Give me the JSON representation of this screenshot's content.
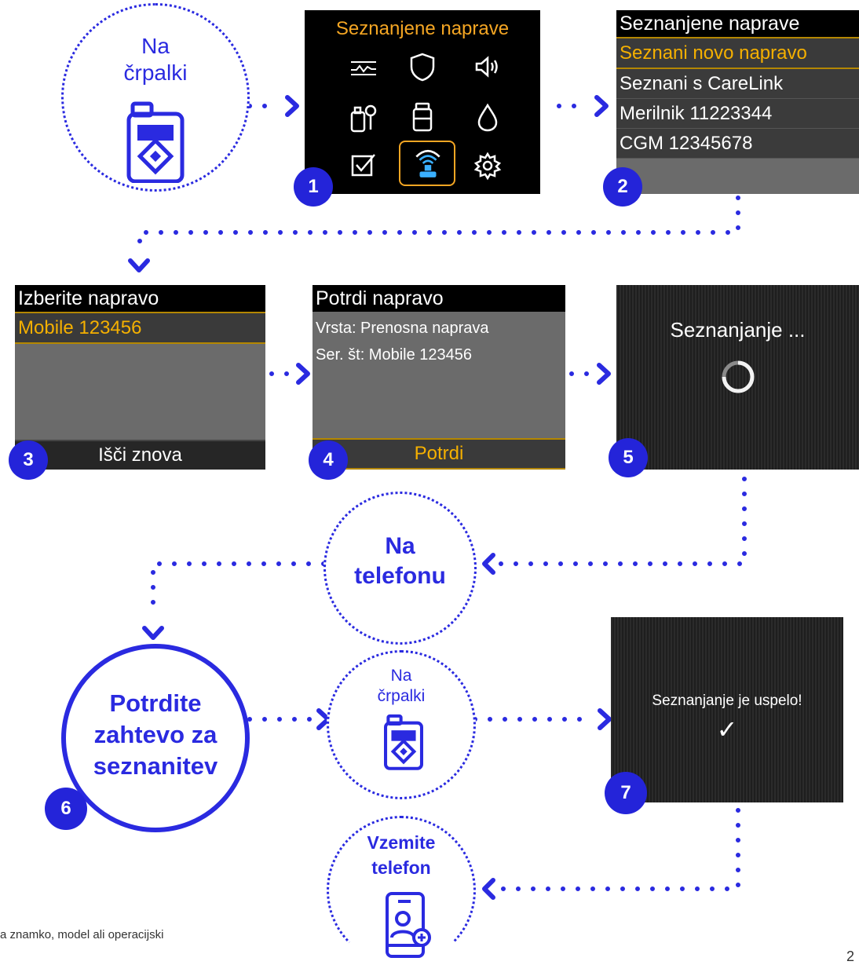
{
  "step_on_pump_top": {
    "line1": "Na",
    "line2": "črpalki"
  },
  "screen1": {
    "title": "Seznanjene naprave",
    "icons": [
      "sensor-graph-icon",
      "shield-icon",
      "speaker-icon",
      "bolus-pump-icon",
      "reservoir-icon",
      "drop-icon",
      "checklist-icon",
      "wireless-pairing-icon",
      "settings-gear-icon"
    ],
    "selected_icon": "wireless-pairing-icon",
    "badge": "1"
  },
  "screen2": {
    "title": "Seznanjene naprave",
    "items": [
      {
        "label": "Seznani novo napravo",
        "selected": true
      },
      {
        "label": "Seznani s CareLink",
        "selected": false
      },
      {
        "label": "Merilnik 11223344",
        "selected": false
      },
      {
        "label": "CGM 12345678",
        "selected": false
      }
    ],
    "badge": "2"
  },
  "screen3": {
    "title": "Izberite napravo",
    "selected_item": "Mobile 123456",
    "footer": "Išči znova",
    "badge": "3"
  },
  "screen4": {
    "title": "Potrdi napravo",
    "line1": "Vrsta: Prenosna naprava",
    "line2": "Ser. št: Mobile 123456",
    "footer": "Potrdi",
    "badge": "4"
  },
  "screen5": {
    "text": "Seznanjanje ...",
    "badge": "5"
  },
  "step_on_phone": {
    "line1": "Na",
    "line2": "telefonu"
  },
  "step_confirm": {
    "line1": "Potrdite",
    "line2": "zahtevo za",
    "line3": "seznanitev",
    "badge": "6"
  },
  "step_on_pump_mid": {
    "line1": "Na",
    "line2": "črpalki"
  },
  "screen7": {
    "text": "Seznanjanje je uspelo!",
    "check": "✓",
    "badge": "7"
  },
  "step_take_phone": {
    "line1": "Vzemite",
    "line2": "telefon"
  },
  "footnote": "a znamko, model ali operacijski",
  "page_number": "2",
  "colors": {
    "accent_blue": "#2a2ae0",
    "badge_blue": "#2424d9",
    "highlight_yellow": "#f5b000"
  }
}
